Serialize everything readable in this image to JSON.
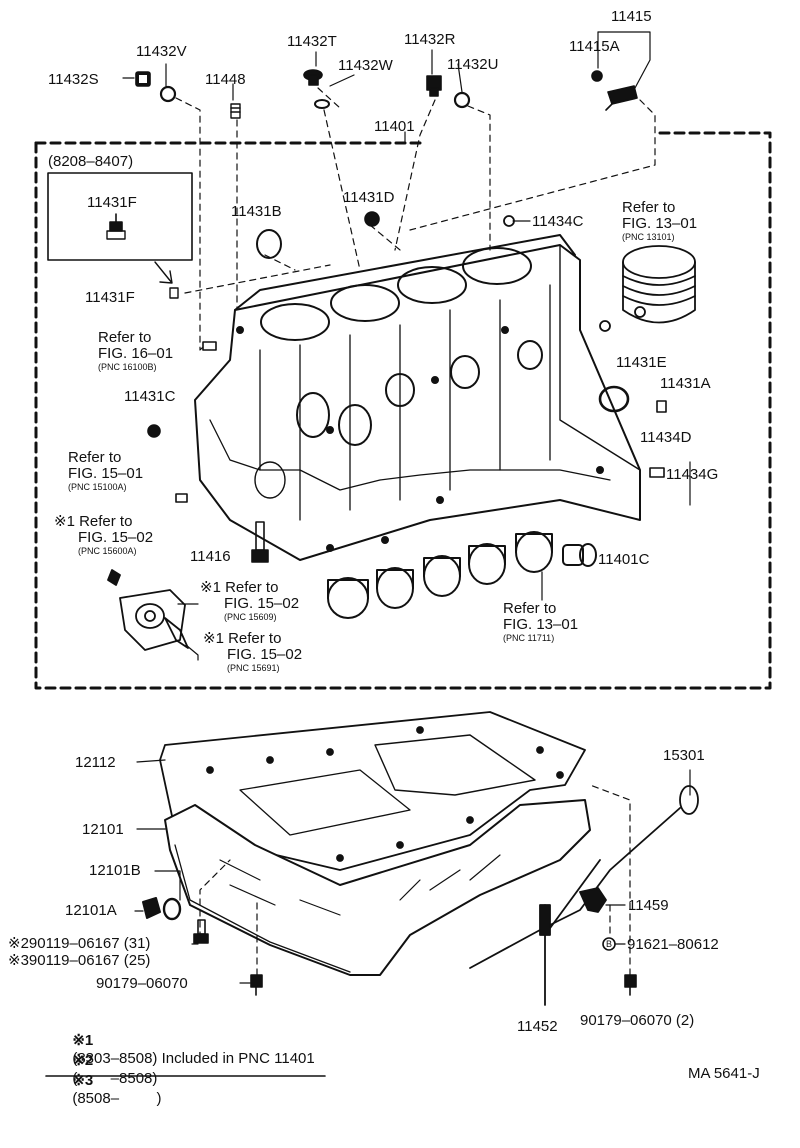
{
  "labels": {
    "p11415": "11415",
    "p11415A": "11415A",
    "p11432V": "11432V",
    "p11432S": "11432S",
    "p11448": "11448",
    "p11432T": "11432T",
    "p11432W": "11432W",
    "p11432R": "11432R",
    "p11432U": "11432U",
    "p11401": "11401",
    "date_range": "(8208–8407)",
    "p11431F_box": "11431F",
    "p11431F": "11431F",
    "p11431B": "11431B",
    "p11431D": "11431D",
    "p11434C": "11434C",
    "p11431E": "11431E",
    "p11431A": "11431A",
    "p11434D": "11434D",
    "p11431C": "11431C",
    "p11434G": "11434G",
    "p11416": "11416",
    "p11401C": "11401C",
    "p12112": "12112",
    "p15301": "15301",
    "p12101": "12101",
    "p12101B": "12101B",
    "p12101A": "12101A",
    "p11459": "11459",
    "p91621": "91621–80612",
    "p11452": "11452",
    "p90179a": "90179–06070",
    "p90179b": "90179–06070 (2)",
    "p90119a": "※290119–06167 (31)",
    "p90119b": "※390119–06167 (25)",
    "circle_b": "B",
    "code": "MA  5641-J"
  },
  "refs": {
    "r1301": {
      "line1": "Refer to",
      "line2": "FIG. 13–01",
      "pnc": "(PNC 13101)"
    },
    "r1601": {
      "line1": "Refer to",
      "line2": "FIG. 16–01",
      "pnc": "(PNC 16100B)"
    },
    "r1501": {
      "line1": "Refer to",
      "line2": "FIG. 15–01",
      "pnc": "(PNC 15100A)"
    },
    "r1502a": {
      "line1": "※1 Refer to",
      "line2": "FIG. 15–02",
      "pnc": "(PNC 15600A)"
    },
    "r1502b": {
      "line1": "※1 Refer to",
      "line2": "FIG. 15–02",
      "pnc": "(PNC 15609)"
    },
    "r1502c": {
      "line1": "※1 Refer to",
      "line2": "FIG. 15–02",
      "pnc": "(PNC 15691)"
    },
    "r1301b": {
      "line1": "Refer to",
      "line2": "FIG. 13–01",
      "pnc": "(PNC 11711)"
    }
  },
  "notes": [
    {
      "mark": "※1",
      "text": "(8303–8508) Included in PNC 11401"
    },
    {
      "mark": "※2",
      "text": "(        –8508)"
    },
    {
      "mark": "※3",
      "text": "(8508–         )"
    }
  ],
  "colors": {
    "ink": "#111111",
    "paper": "#ffffff"
  }
}
